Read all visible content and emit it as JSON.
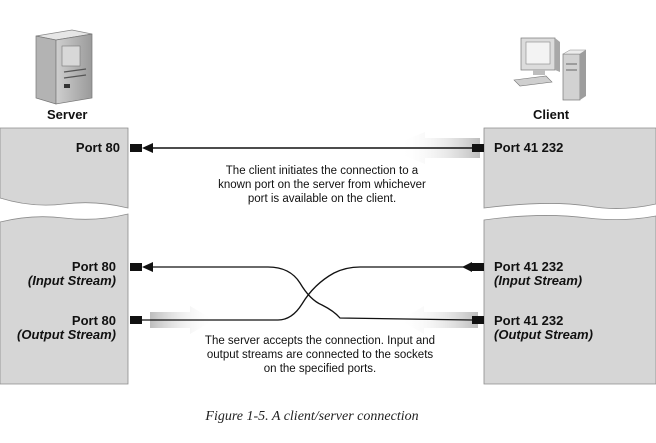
{
  "nodes": {
    "server_label": "Server",
    "client_label": "Client"
  },
  "top": {
    "server_port": "Port 80",
    "client_port": "Port 41 232",
    "note_lines": [
      "The client initiates the connection to a",
      "known port on the server from whichever",
      "port is available on the client."
    ]
  },
  "bottom": {
    "server_input_port": "Port 80",
    "server_input_stream": "(Input Stream)",
    "server_output_port": "Port 80",
    "server_output_stream": "(Output Stream)",
    "client_input_port": "Port 41 232",
    "client_input_stream": "(Input Stream)",
    "client_output_port": "Port 41 232",
    "client_output_stream": "(Output Stream)",
    "note_lines": [
      "The server accepts the connection. Input and",
      "output streams are connected to the sockets",
      "on the specified ports."
    ]
  },
  "caption": "Figure 1-5. A client/server connection",
  "colors": {
    "panel": "#d6d6d6",
    "panel_edge": "#8c8c8c",
    "line": "#111111",
    "wide_arrow": "#c8c8c8"
  }
}
